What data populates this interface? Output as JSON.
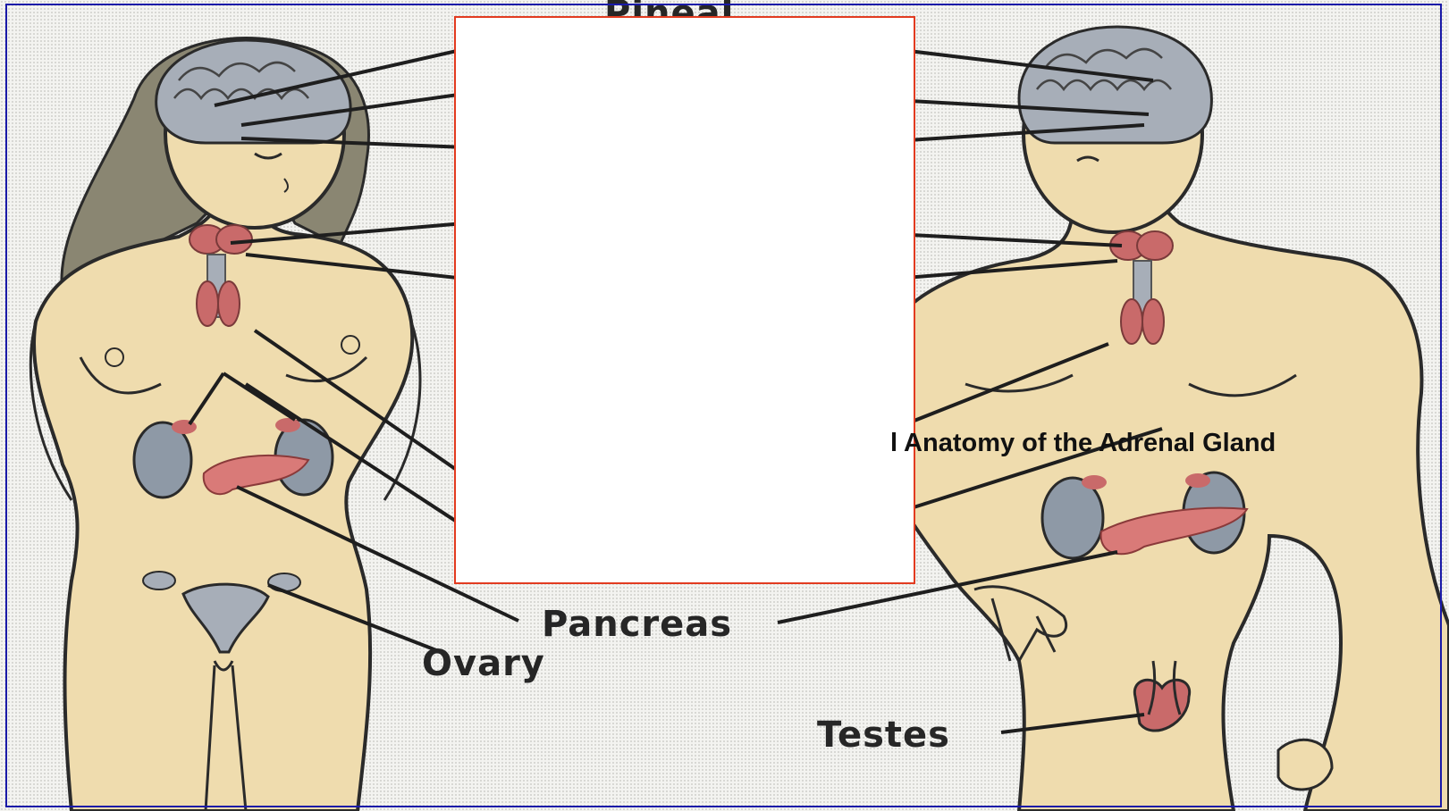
{
  "labels": {
    "top_partial": "Pineal",
    "pancreas": "Pancreas",
    "ovary": "Ovary",
    "testes": "Testes",
    "caption_partial": "l Anatomy of the Adrenal Gland"
  },
  "icons": {
    "female_figure": "female-body-illustration",
    "male_figure": "male-body-illustration"
  },
  "colors": {
    "skin": "#efdcae",
    "outline": "#2a2a2a",
    "brain": "#a7aeb8",
    "gland_pink": "#c96a6a",
    "kidney": "#8e99a6",
    "frame": "#1a1aa8",
    "overlay_border": "#e23b20"
  }
}
